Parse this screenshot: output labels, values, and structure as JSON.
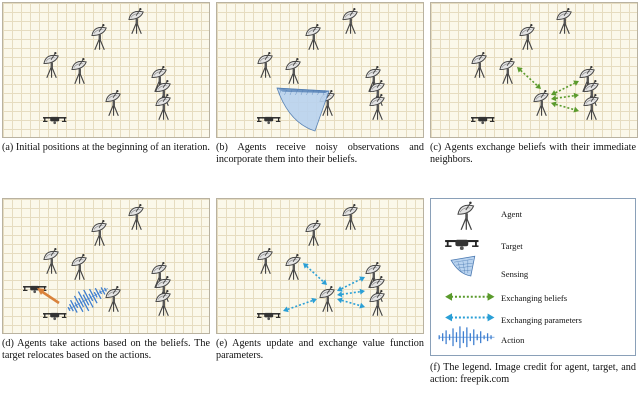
{
  "captions": {
    "a": "(a) Initial positions at the beginning of an iteration.",
    "b": "(b) Agents receive noisy observations and incorporate them into their beliefs.",
    "c": "(c) Agents exchange beliefs with their immediate neighbors.",
    "d": "(d) Agents take actions based on the beliefs. The target relocates based on the actions.",
    "e": "(e) Agents update and exchange value function parameters.",
    "f": "(f) The legend. Image credit for agent, target, and action: freepik.com"
  },
  "legend": {
    "agent": "Agent",
    "target": "Target",
    "sensing": "Sensing",
    "exchanging_beliefs": "Exchanging beliefs",
    "exchanging_parameters": "Exchanging parameters",
    "action": "Action"
  },
  "colors": {
    "belief_arrow": "#5a9a2c",
    "parameter_arrow": "#2a9fd6",
    "action_arrow": "#d9823b",
    "sensing_fill": "#b9d3ef",
    "action_wave": "#3f7fd0"
  },
  "icons": {
    "agent": "satellite-dish-icon",
    "target": "drone-icon",
    "sensing": "sensing-cone-icon",
    "action": "sound-wave-icon"
  }
}
